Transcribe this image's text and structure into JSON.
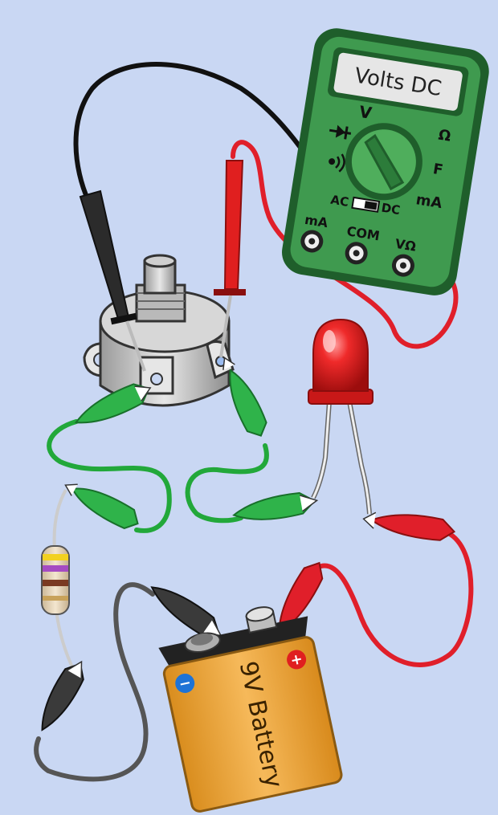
{
  "multimeter": {
    "display": "Volts DC",
    "dial_labels": {
      "volts": "V",
      "ohms": "Ω",
      "farads": "F",
      "milliamps": "mA",
      "diode": "diode-symbol-icon",
      "continuity": "continuity-sound-icon"
    },
    "switch_left": "AC",
    "switch_right": "DC",
    "ports": [
      "mA",
      "COM",
      "VΩ"
    ]
  },
  "battery": {
    "label": "9V Battery",
    "negative_symbol": "−",
    "positive_symbol": "+"
  },
  "colors": {
    "background": "#c9d7f3",
    "meter_body": "#3f9a4f",
    "meter_border": "#1f5e2b",
    "probe_red": "#e01f1f",
    "probe_black": "#2b2b2b",
    "clip_green": "#2fb34a",
    "wire_green": "#22a83a",
    "wire_red": "#e01f2a",
    "wire_black": "#111111",
    "wire_gray": "#555555",
    "led_red": "#e62020",
    "battery_gold": "#f0a93a",
    "resistor_body": "#e9d9bf"
  },
  "resistor_bands": [
    "#f2d11f",
    "#a54bc2",
    "#7a3a22",
    "#c8a25a"
  ]
}
